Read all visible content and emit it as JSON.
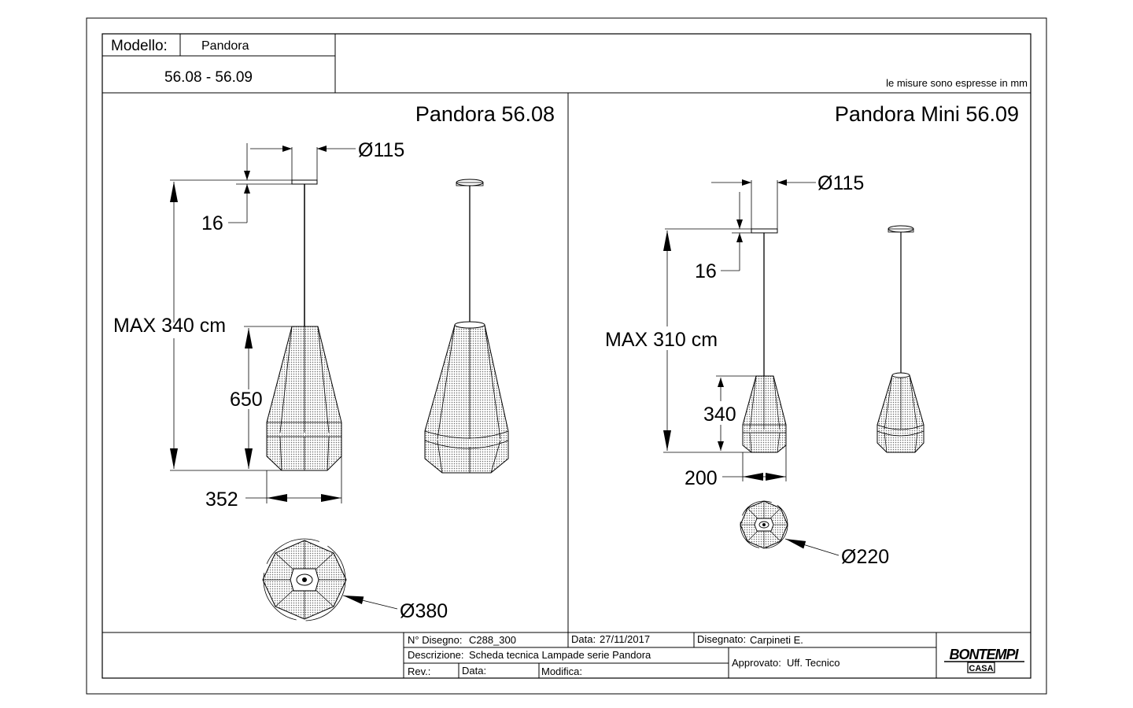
{
  "header": {
    "model_label": "Modello:",
    "model_value": "Pandora",
    "codes": "56.08 - 56.09",
    "units_note": "le misure sono espresse in mm"
  },
  "left_panel": {
    "title": "Pandora 56.08",
    "dims": {
      "canopy_diameter": "Ø115",
      "canopy_height": "16",
      "max_length": "MAX 340 cm",
      "shade_height": "650",
      "shade_width": "352",
      "top_view_diameter": "Ø380"
    }
  },
  "right_panel": {
    "title": "Pandora  Mini 56.09",
    "dims": {
      "canopy_diameter": "Ø115",
      "canopy_height": "16",
      "max_length": "MAX 310 cm",
      "shade_height": "340",
      "shade_width": "200",
      "top_view_diameter": "Ø220"
    }
  },
  "title_block": {
    "drawing_no_label": "N° Disegno:",
    "drawing_no": "C288_300",
    "date_label": "Data:",
    "date": "27/11/2017",
    "drawn_label": "Disegnato:",
    "drawn_by": "Carpineti E.",
    "description_label": "Descrizione:",
    "description": "Scheda tecnica Lampade serie Pandora",
    "approved_label": "Approvato:",
    "approved_by": "Uff. Tecnico",
    "rev_label": "Rev.:",
    "rev_date_label": "Data:",
    "modify_label": "Modifica:",
    "logo_main": "BONTEMPI",
    "logo_sub": "CASA"
  }
}
